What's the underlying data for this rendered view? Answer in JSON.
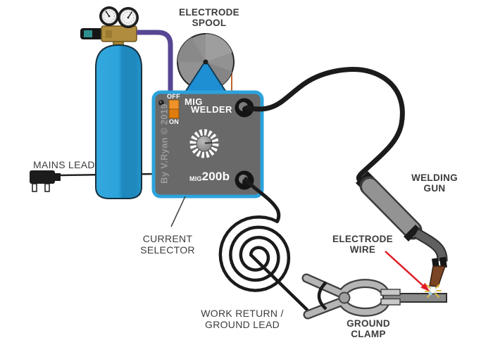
{
  "annotations": {
    "electrode_spool": "ELECTRODE\nSPOOL",
    "mains_lead": "MAINS LEAD",
    "current_selector": "CURRENT\nSELECTOR",
    "welding_gun": "WELDING\nGUN",
    "electrode_wire": "ELECTRODE\nWIRE",
    "work_return_ground_lead": "WORK RETURN /\nGROUND LEAD",
    "ground_clamp": "GROUND\nCLAMP"
  },
  "welder_panel": {
    "switch_off": "OFF",
    "switch_on": "ON",
    "brand_line1": "MIG",
    "brand_line2": "WELDER",
    "model_prefix": "MIG",
    "model_number": "200b",
    "credit": "By V.Ryan © 2019"
  },
  "colors": {
    "cylinder_blue": "#2BA3DC",
    "welder_panel_gray": "#696969",
    "welder_border_blue": "#2CA2DB",
    "spool_bracket_blue": "#1F8FD4",
    "spool_gray": "#929292",
    "hose_purple": "#564693",
    "switch_orange": "#E8871D",
    "arrow_red": "#E01B24",
    "cable_black": "#1B1B1B",
    "nozzle_brown": "#7B4425",
    "label_text": "#3C3C3C"
  }
}
